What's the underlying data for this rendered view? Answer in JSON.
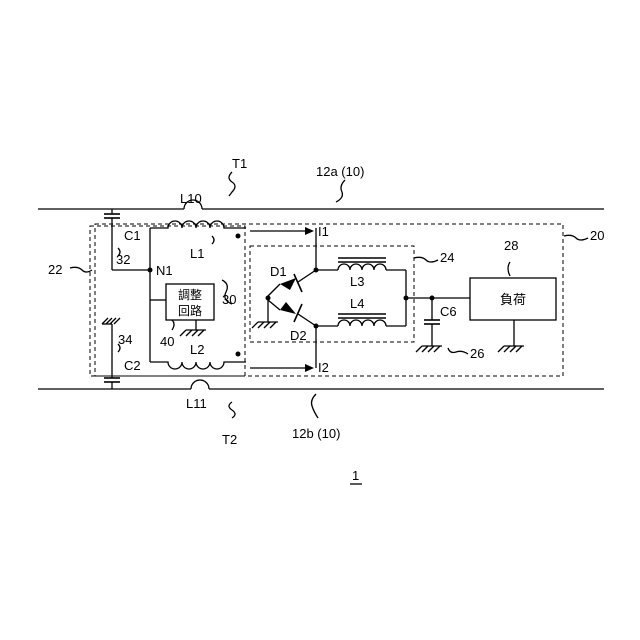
{
  "labels": {
    "t1": "T1",
    "t2": "T2",
    "line_a": "12a (10)",
    "line_b": "12b (10)",
    "l10": "L10",
    "l11": "L11",
    "c1": "C1",
    "c2": "C2",
    "n32": "32",
    "n34": "34",
    "n1": "N1",
    "n22": "22",
    "l1": "L1",
    "l2": "L2",
    "adj_line1": "調整",
    "adj_line2": "回路",
    "n40": "40",
    "n30": "30",
    "i1": "I1",
    "i2": "I2",
    "d1": "D1",
    "d2": "D2",
    "l3": "L3",
    "l4": "L4",
    "n24": "24",
    "c6": "C6",
    "n26": "26",
    "n28": "28",
    "load": "負荷",
    "n20": "20",
    "figure_num": "1"
  }
}
